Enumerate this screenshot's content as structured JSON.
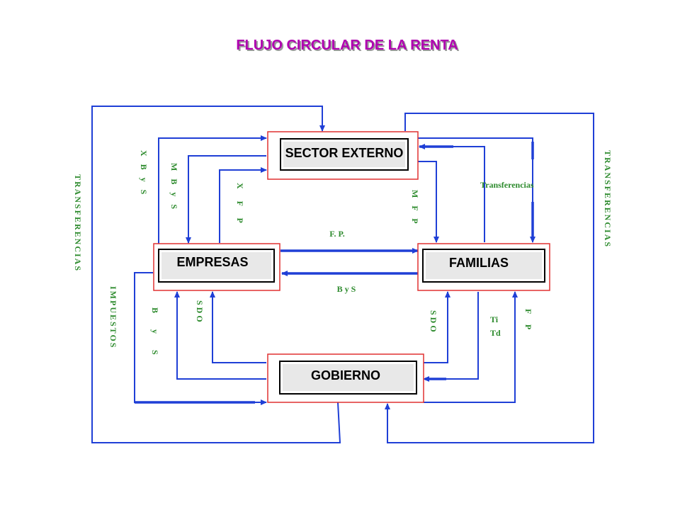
{
  "title": "FLUJO CIRCULAR  DE  LA  RENTA",
  "nodes": {
    "sector_externo": "SECTOR EXTERNO",
    "empresas": "EMPRESAS",
    "familias": "FAMILIAS",
    "gobierno": "GOBIERNO"
  },
  "labels": {
    "transferencias_left": "TRANSFERENCIAS",
    "transferencias_right": "TRANSFERENCIAS",
    "x_bys": "X B y S",
    "m_bys": "M B y S",
    "x_fp": "X F P",
    "m_fp": "M F P",
    "transferencias_horizontal": "Transferencias",
    "fp_top": "F. P.",
    "bys_middle": "B y S",
    "impuestos": "IMPUESTOS",
    "bys_left_lower": "B y S",
    "sdo_left": "SDO",
    "sdo_right": "SDO",
    "ti_td": "Ti Td",
    "fp_right_lower": "F P"
  },
  "colors": {
    "title": "#b000b0",
    "arrows": "#1f3fd6",
    "box_border": "#e03030",
    "labels": "#2e8b2e"
  }
}
